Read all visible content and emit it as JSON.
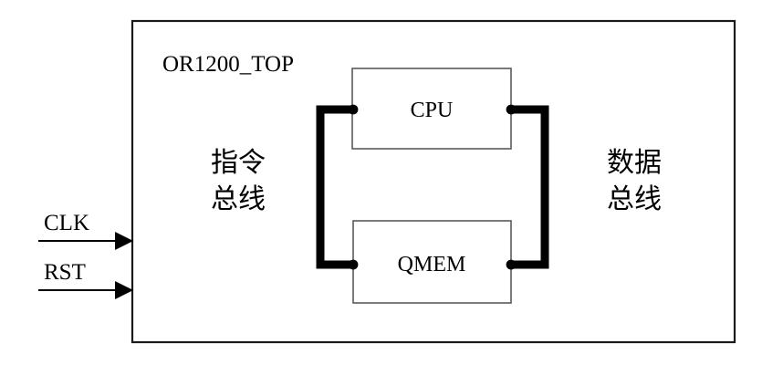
{
  "diagram": {
    "type": "block-diagram",
    "title": "OR1200_TOP",
    "outer_block": {
      "label": "OR1200_TOP"
    },
    "blocks": [
      {
        "id": "cpu",
        "label": "CPU"
      },
      {
        "id": "qmem",
        "label": "QMEM"
      }
    ],
    "bus_labels": {
      "left_line1": "指令",
      "left_line2": "总线",
      "right_line1": "数据",
      "right_line2": "总线"
    },
    "inputs": [
      {
        "id": "clk",
        "label": "CLK"
      },
      {
        "id": "rst",
        "label": "RST"
      }
    ],
    "colors": {
      "background": "#ffffff",
      "outer_border": "#1a1a1a",
      "inner_border": "#5a5a5a",
      "bus": "#000000",
      "text": "#000000"
    }
  }
}
